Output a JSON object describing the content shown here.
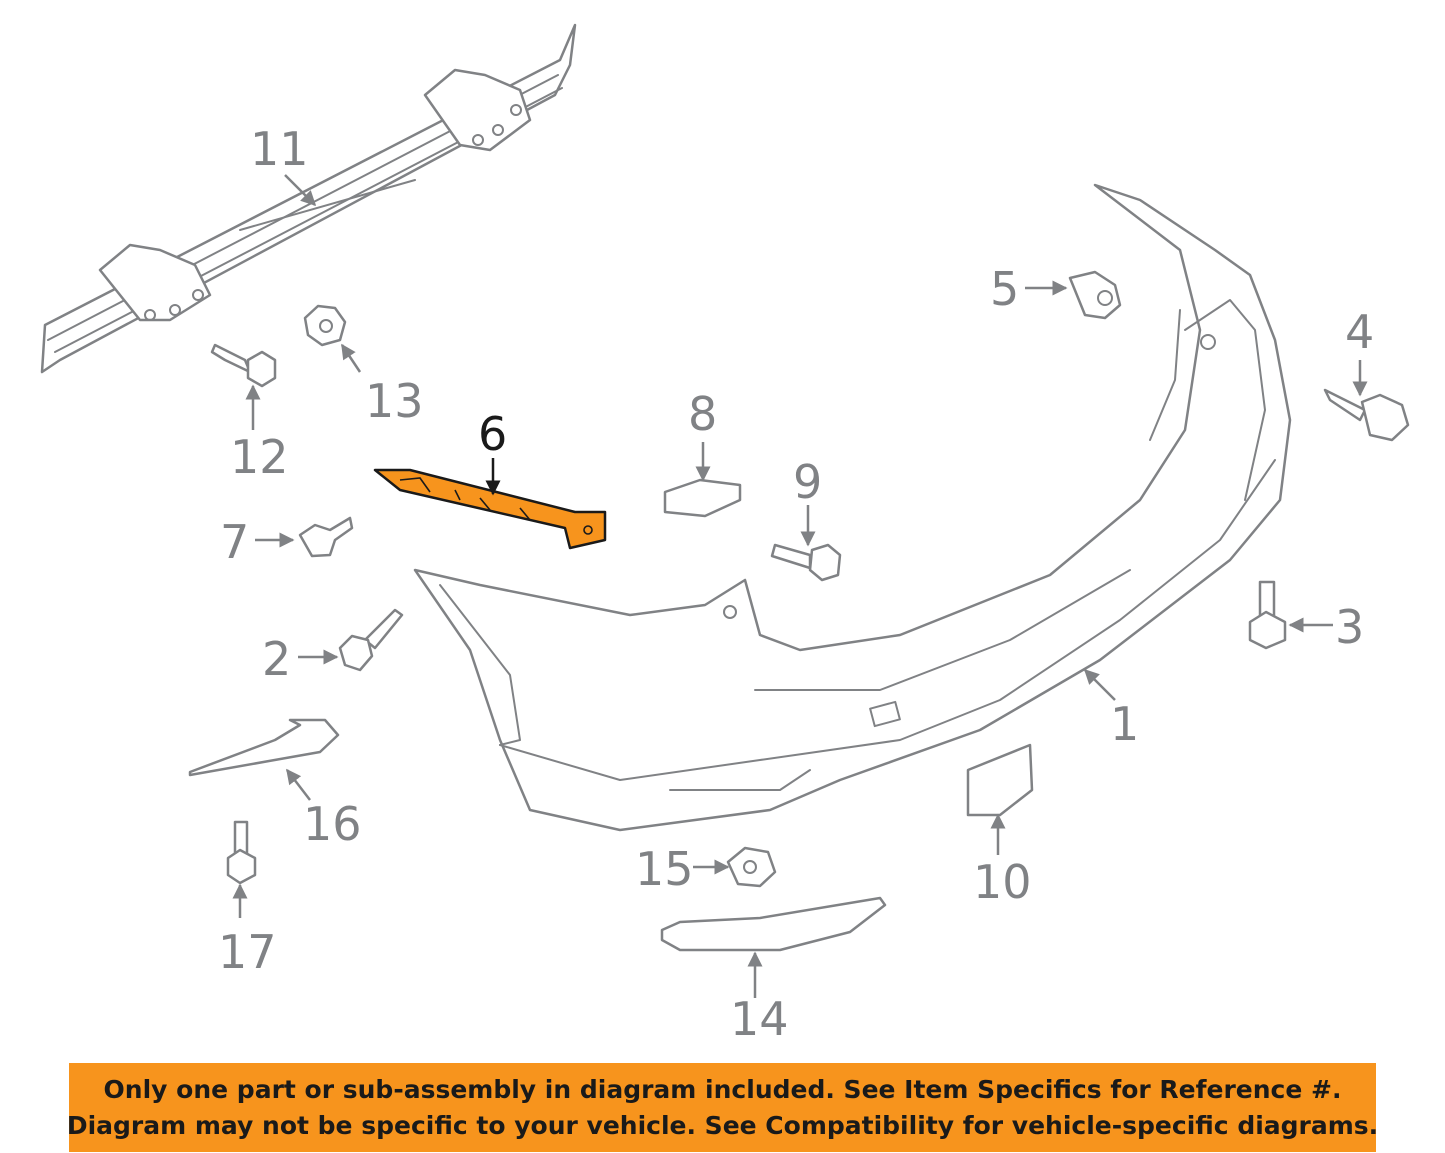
{
  "diagram": {
    "highlight_color": "#f7941d",
    "line_color": "#808285",
    "callouts": {
      "c1": "1",
      "c2": "2",
      "c3": "3",
      "c4": "4",
      "c5": "5",
      "c6": "6",
      "c7": "7",
      "c8": "8",
      "c9": "9",
      "c10": "10",
      "c11": "11",
      "c12": "12",
      "c13": "13",
      "c14": "14",
      "c15": "15",
      "c16": "16",
      "c17": "17"
    },
    "highlighted_part": "6"
  },
  "notice": {
    "line1": "Only one part or sub-assembly in diagram included. See Item Specifics for Reference #.",
    "line2": "Diagram may not be specific to your vehicle. See Compatibility for vehicle-specific diagrams.",
    "background": "#f7941d"
  }
}
